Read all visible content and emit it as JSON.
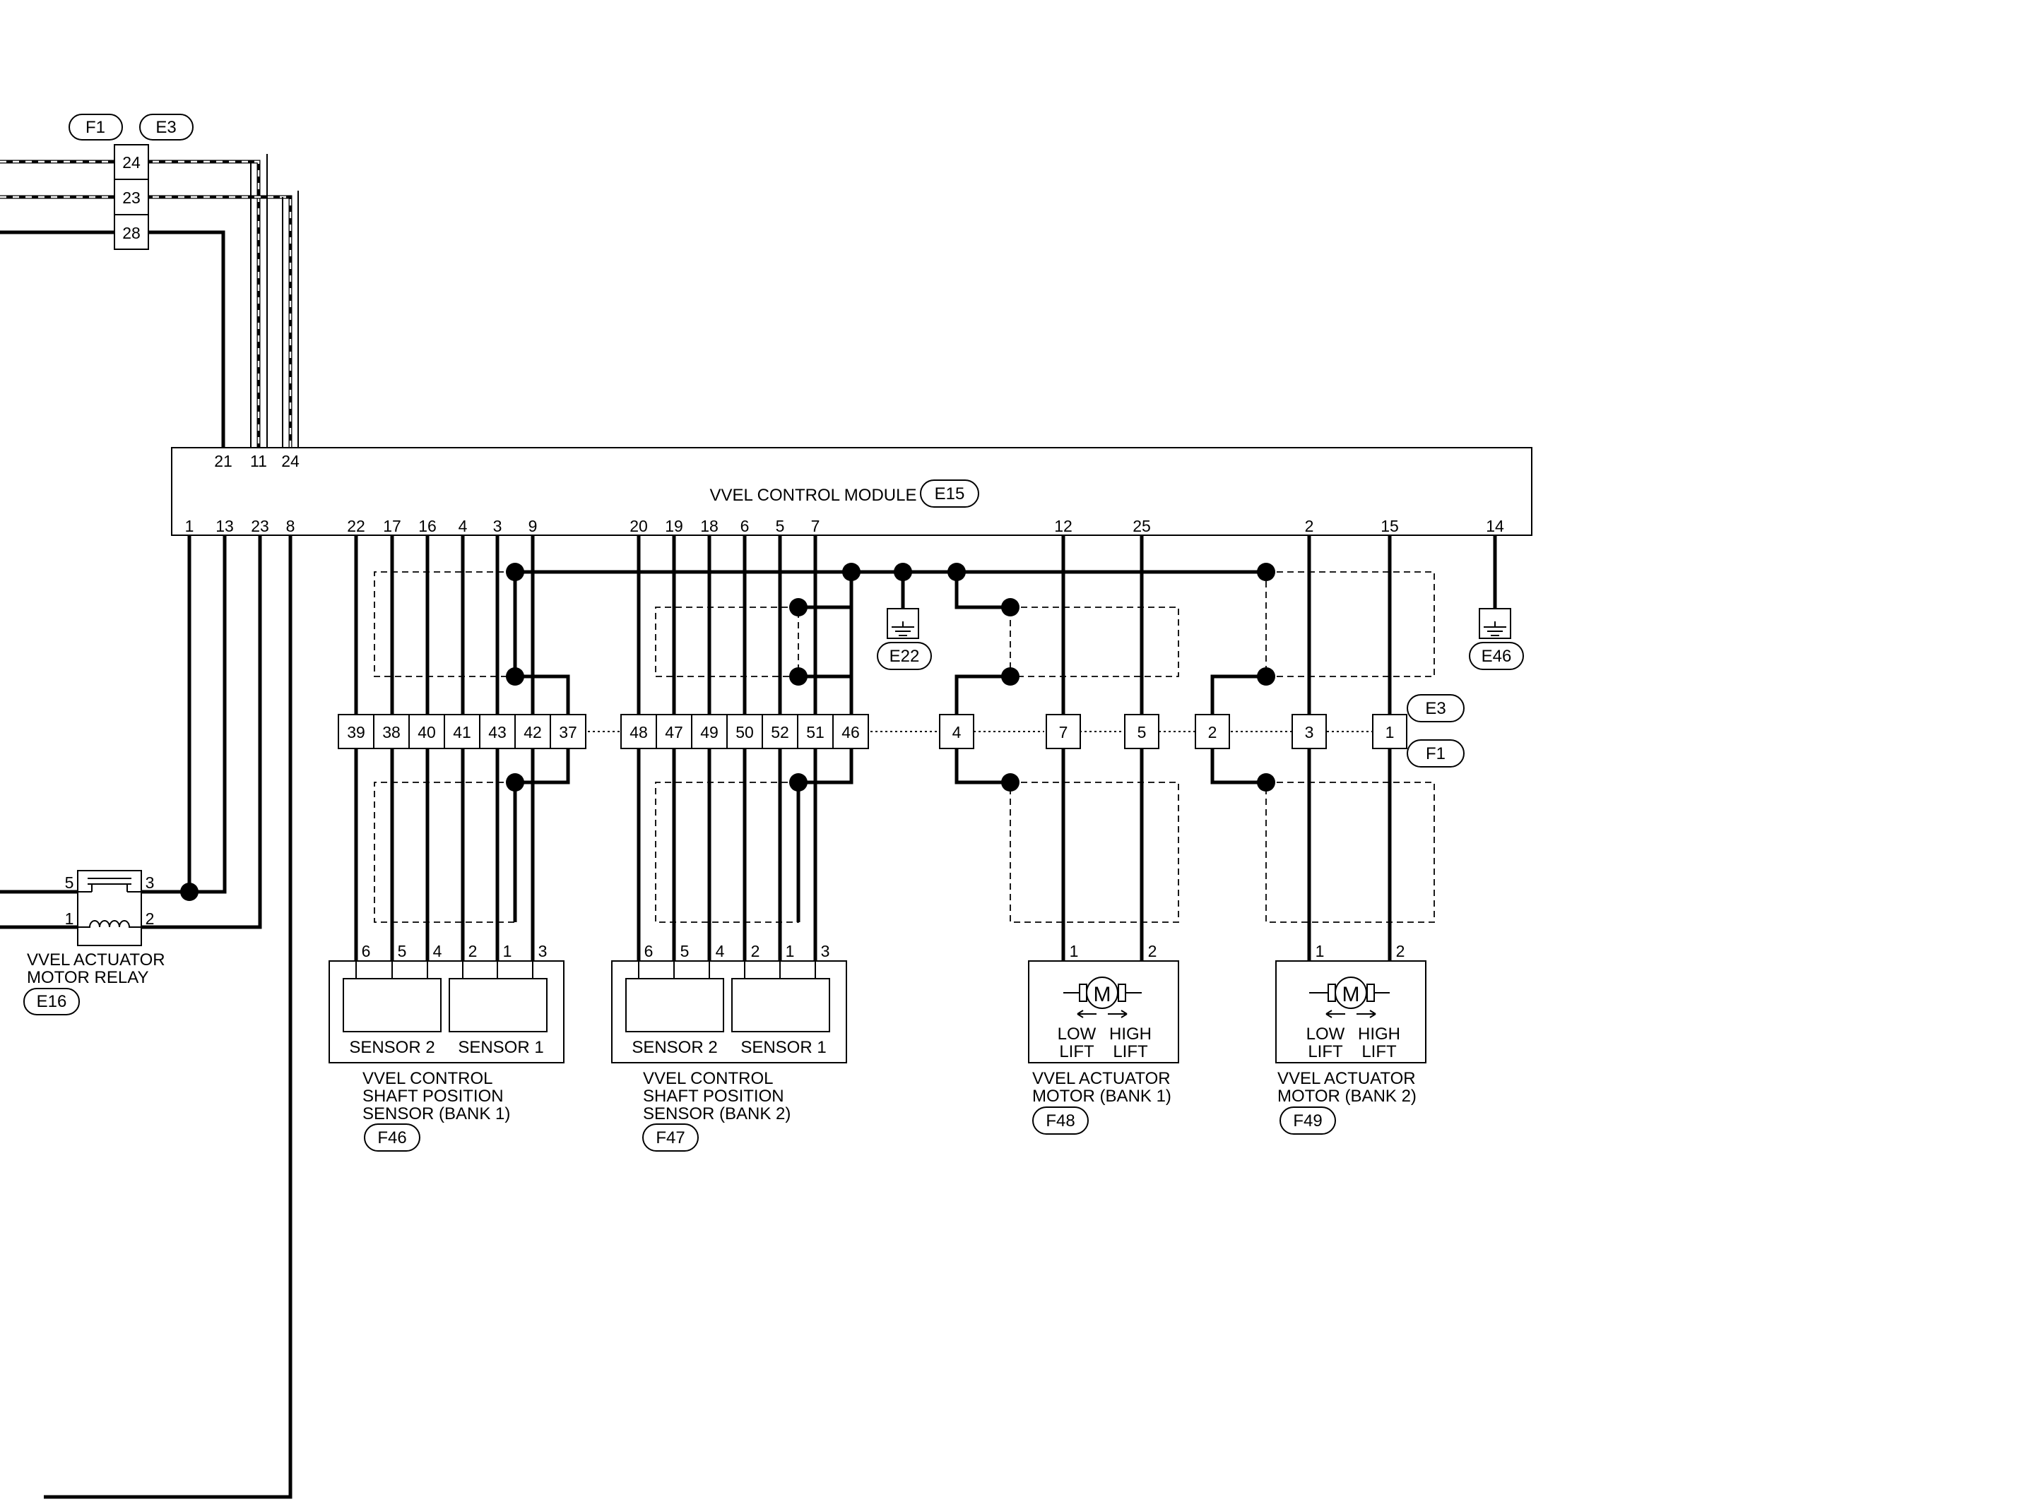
{
  "header_connectors": {
    "tags": [
      "F1",
      "E3"
    ],
    "pins": [
      "24",
      "23",
      "28"
    ]
  },
  "module": {
    "title": "VVEL CONTROL MODULE",
    "tag": "E15",
    "top_pins": [
      "21",
      "11",
      "24"
    ],
    "bottom_pins": [
      "1",
      "13",
      "23",
      "8",
      "22",
      "17",
      "16",
      "4",
      "3",
      "9",
      "20",
      "19",
      "18",
      "6",
      "5",
      "7",
      "12",
      "25",
      "2",
      "15",
      "14"
    ]
  },
  "grounds": [
    "E22",
    "E46"
  ],
  "joint_connectors": {
    "tags": [
      "E3",
      "F1"
    ],
    "group_a": [
      "39",
      "38",
      "40",
      "41",
      "43",
      "42",
      "37"
    ],
    "group_b": [
      "48",
      "47",
      "49",
      "50",
      "52",
      "51",
      "46"
    ],
    "singles": [
      "4",
      "7",
      "5",
      "2",
      "3",
      "1"
    ]
  },
  "relay": {
    "pins": [
      "5",
      "3",
      "1",
      "2"
    ],
    "label_line1": "VVEL ACTUATOR",
    "label_line2": "MOTOR RELAY",
    "tag": "E16"
  },
  "sensor_bank1": {
    "pins": [
      "6",
      "5",
      "4",
      "2",
      "1",
      "3"
    ],
    "element_left": "SENSOR 2",
    "element_right": "SENSOR 1",
    "label_line1": "VVEL CONTROL",
    "label_line2": "SHAFT POSITION",
    "label_line3": "SENSOR (BANK 1)",
    "tag": "F46"
  },
  "sensor_bank2": {
    "pins": [
      "6",
      "5",
      "4",
      "2",
      "1",
      "3"
    ],
    "element_left": "SENSOR 2",
    "element_right": "SENSOR 1",
    "label_line1": "VVEL CONTROL",
    "label_line2": "SHAFT POSITION",
    "label_line3": "SENSOR (BANK 2)",
    "tag": "F47"
  },
  "motor_bank1": {
    "pins": [
      "1",
      "2"
    ],
    "symbol": "M",
    "low_line1": "LOW",
    "low_line2": "LIFT",
    "high_line1": "HIGH",
    "high_line2": "LIFT",
    "label_line1": "VVEL ACTUATOR",
    "label_line2": "MOTOR (BANK 1)",
    "tag": "F48"
  },
  "motor_bank2": {
    "pins": [
      "1",
      "2"
    ],
    "symbol": "M",
    "low_line1": "LOW",
    "low_line2": "LIFT",
    "high_line1": "HIGH",
    "high_line2": "LIFT",
    "label_line1": "VVEL ACTUATOR",
    "label_line2": "MOTOR (BANK 2)",
    "tag": "F49"
  }
}
